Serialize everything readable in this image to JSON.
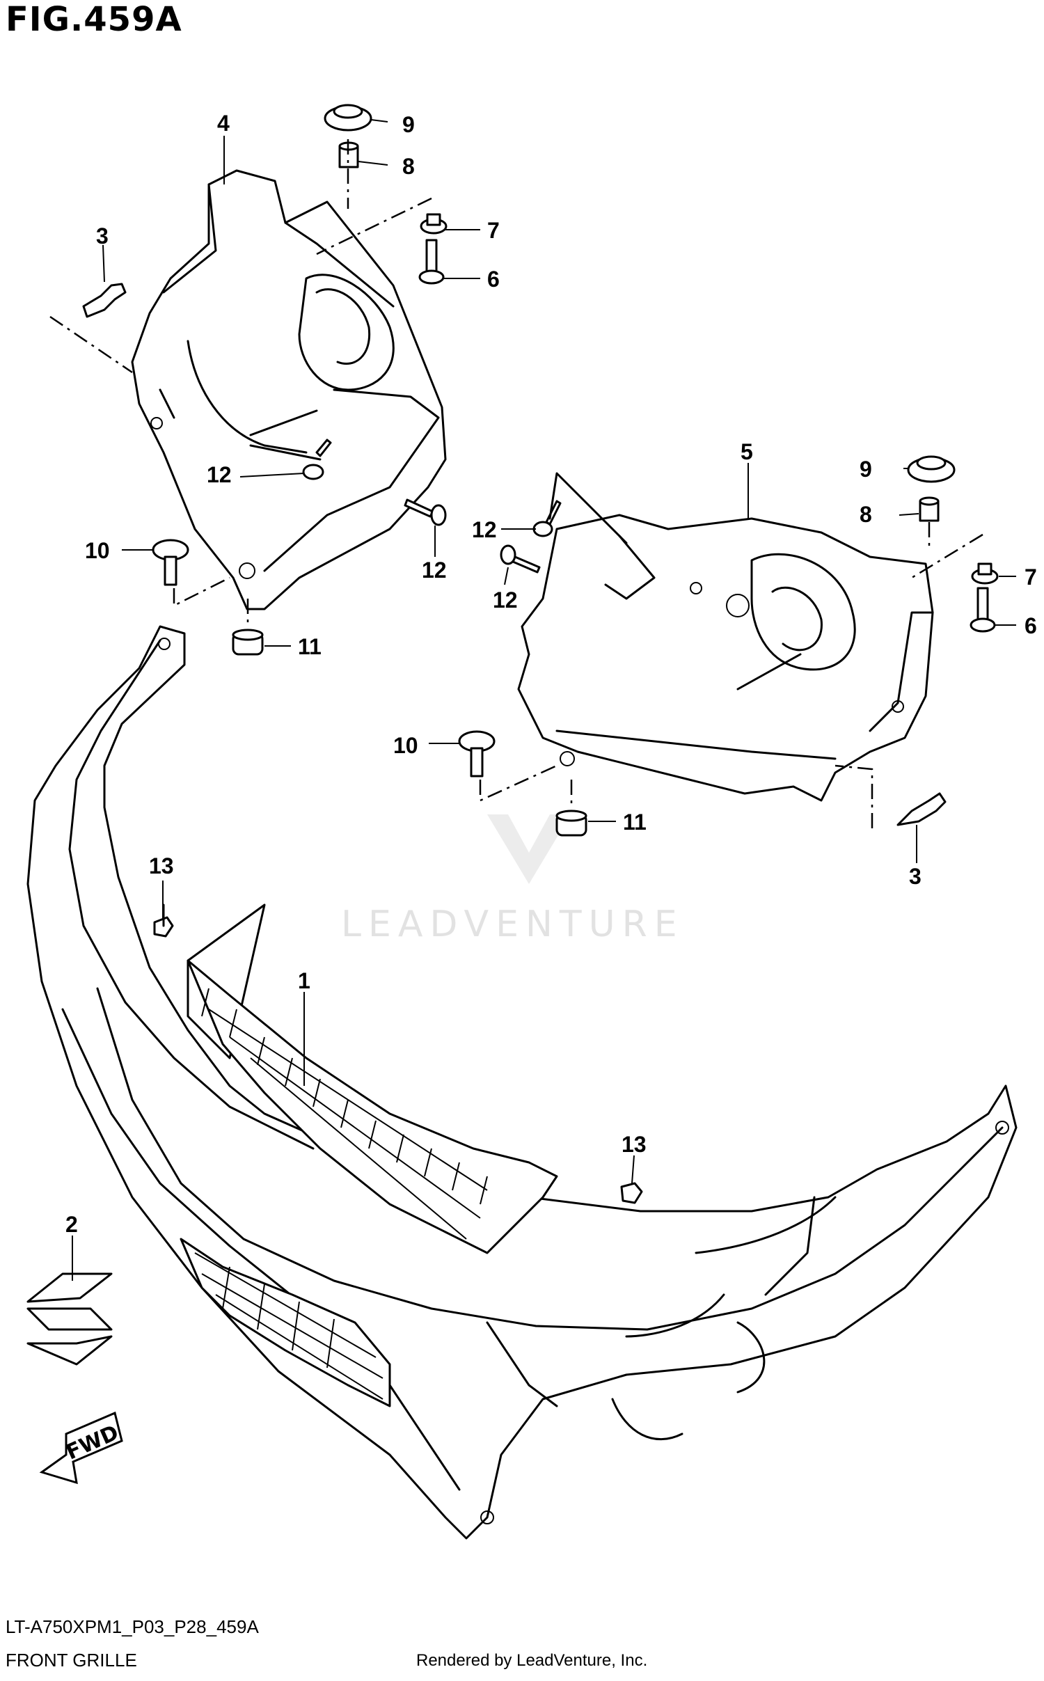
{
  "figure": {
    "title": "FIG.459A",
    "model_code": "LT-A750XPM1_P03_P28_459A",
    "section_name": "FRONT GRILLE",
    "credit": "Rendered by LeadVenture, Inc."
  },
  "watermark": {
    "text": "LEADVENTURE"
  },
  "direction_badge": {
    "label": "FWD"
  },
  "callouts": {
    "c1": "1",
    "c2": "2",
    "c3a": "3",
    "c3b": "3",
    "c4": "4",
    "c5": "5",
    "c6a": "6",
    "c6b": "6",
    "c7a": "7",
    "c7b": "7",
    "c8a": "8",
    "c8b": "8",
    "c9a": "9",
    "c9b": "9",
    "c10a": "10",
    "c10b": "10",
    "c11a": "11",
    "c11b": "11",
    "c12a": "12",
    "c12b": "12",
    "c12c": "12",
    "c12d": "12",
    "c13a": "13",
    "c13b": "13"
  }
}
